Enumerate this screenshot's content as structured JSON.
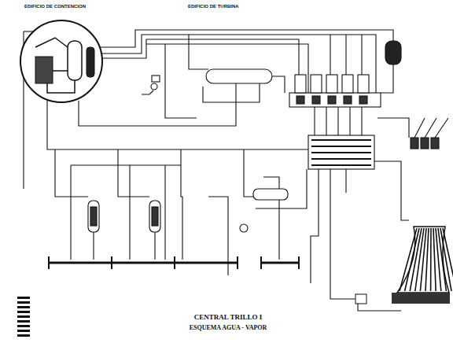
{
  "diagram": {
    "title": "CENTRAL TRILLO I",
    "caption": "ESQUEMA AGUA - VAPOR",
    "labels": [
      "EDIFICIO DE CONTENCION",
      "EDIFICIO DE TURBINA"
    ]
  }
}
